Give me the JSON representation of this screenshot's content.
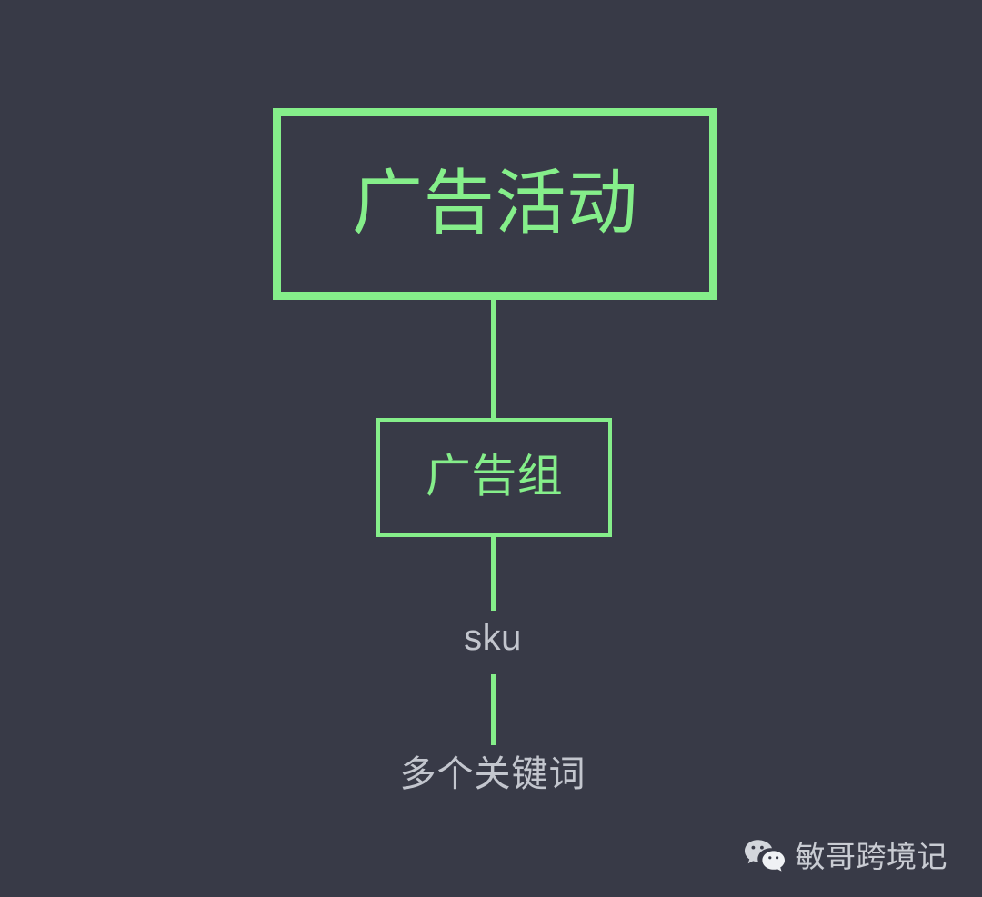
{
  "theme": {
    "background": "#383A47",
    "accent_green": "#85EE8A",
    "muted_text": "#C3C6CE"
  },
  "diagram": {
    "type": "hierarchy-tree",
    "nodes": [
      {
        "id": "campaign",
        "label": "广告活动",
        "style": "boxed-thick",
        "color": "#85EE8A"
      },
      {
        "id": "adgroup",
        "label": "广告组",
        "style": "boxed-thin",
        "color": "#85EE8A"
      },
      {
        "id": "sku",
        "label": "sku",
        "style": "plain-text",
        "color": "#C3C6CE"
      },
      {
        "id": "keywords",
        "label": "多个关键词",
        "style": "plain-text",
        "color": "#C3C6CE"
      }
    ],
    "edges": [
      {
        "from": "campaign",
        "to": "adgroup"
      },
      {
        "from": "adgroup",
        "to": "sku"
      },
      {
        "from": "sku",
        "to": "keywords"
      }
    ]
  },
  "watermark": {
    "icon": "wechat-icon",
    "text": "敏哥跨境记"
  }
}
